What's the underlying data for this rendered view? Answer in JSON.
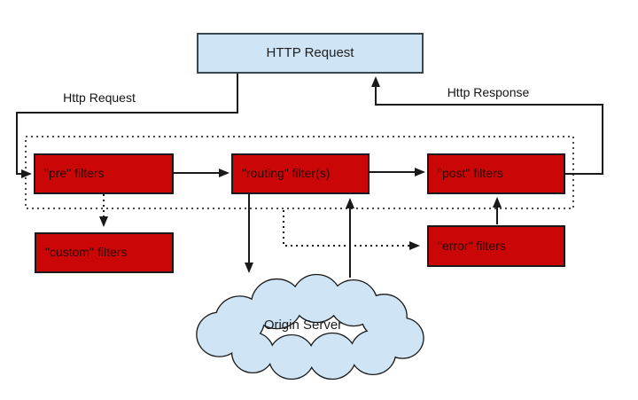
{
  "diagram": {
    "request_box": {
      "label": "HTTP Request"
    },
    "flow_labels": {
      "request": "Http Request",
      "response": "Http Response"
    },
    "filter_boxes": {
      "pre": "\"pre\" filters",
      "routing": "\"routing\" filter(s)",
      "post": "\"post\" filters",
      "custom": "\"custom\" filters",
      "error": "\"error\" filters"
    },
    "origin_server": {
      "label": "Origin Server"
    },
    "colors": {
      "filter_box_fill": "#cb0606",
      "request_box_fill": "#cfe4f4",
      "request_box_border": "#37474f",
      "connector_line": "#1a1a1a",
      "dotted_line": "#4a4a4a",
      "background": "#ffffff"
    }
  }
}
